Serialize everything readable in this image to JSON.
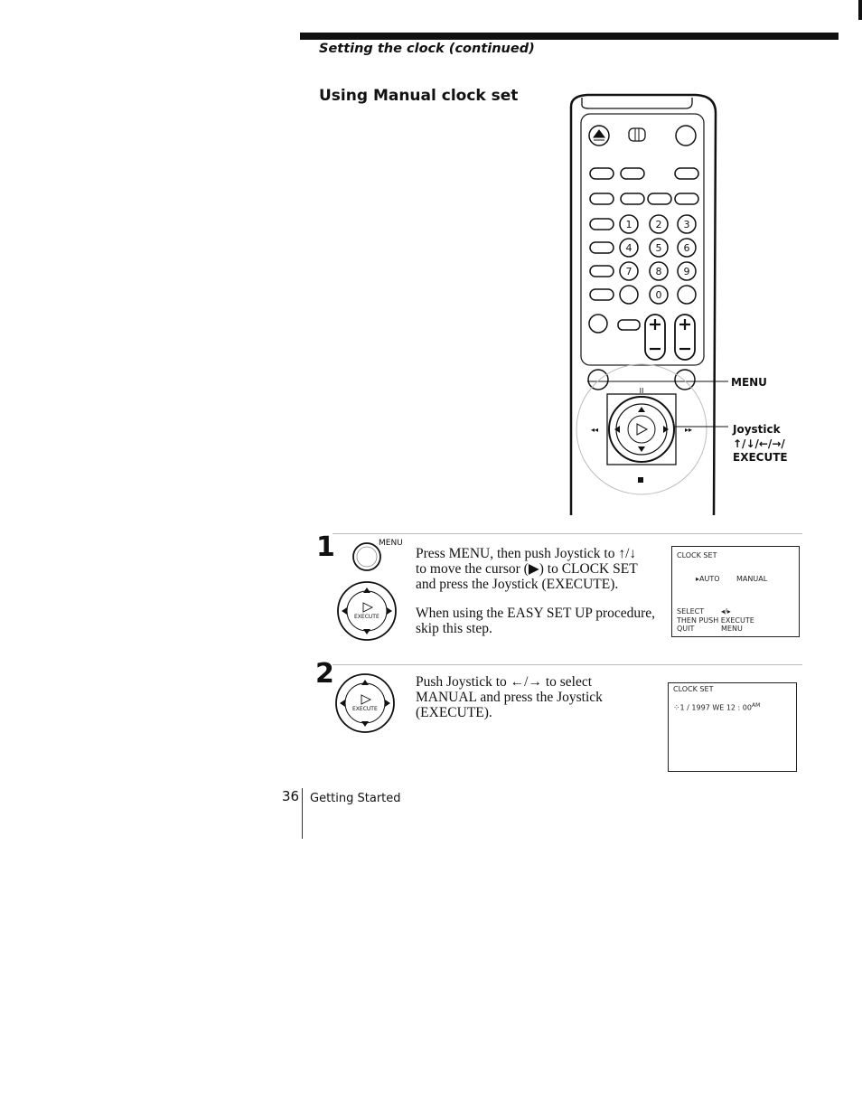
{
  "header": {
    "section_title": "Setting the clock (continued)",
    "heading": "Using Manual clock set"
  },
  "remote": {
    "buttons_digits": [
      "1",
      "2",
      "3",
      "4",
      "5",
      "6",
      "7",
      "8",
      "9",
      "0"
    ],
    "callout_menu": "MENU",
    "callout_joystick": "Joystick",
    "callout_arrows": "↑/↓/←/→/",
    "callout_execute": "EXECUTE"
  },
  "steps": [
    {
      "number": "1",
      "icon_label": "MENU",
      "joystick_label": "EXECUTE",
      "text_a1": "Press MENU, then push Joystick to ↑/↓",
      "text_a2": "to move the cursor (▶) to CLOCK SET",
      "text_a3": "and press the Joystick (EXECUTE).",
      "text_b1": "When using the EASY SET UP procedure,",
      "text_b2": "skip this step.",
      "screen": {
        "title": "CLOCK SET",
        "option_auto": "▸AUTO",
        "option_manual": "MANUAL",
        "select_label": "SELECT",
        "select_value": "◂/▸",
        "then": "THEN PUSH EXECUTE",
        "quit_label": "QUIT",
        "quit_value": "MENU"
      }
    },
    {
      "number": "2",
      "joystick_label": "EXECUTE",
      "text_a1": "Push Joystick to ←/→ to select",
      "text_a2": "MANUAL and press the Joystick",
      "text_a3": "(EXECUTE).",
      "screen": {
        "title": "CLOCK SET",
        "date_line": "1 / 1997  WE  12 : 00",
        "ampm": "AM"
      }
    }
  ],
  "footer": {
    "page_number": "36",
    "section": "Getting Started"
  }
}
